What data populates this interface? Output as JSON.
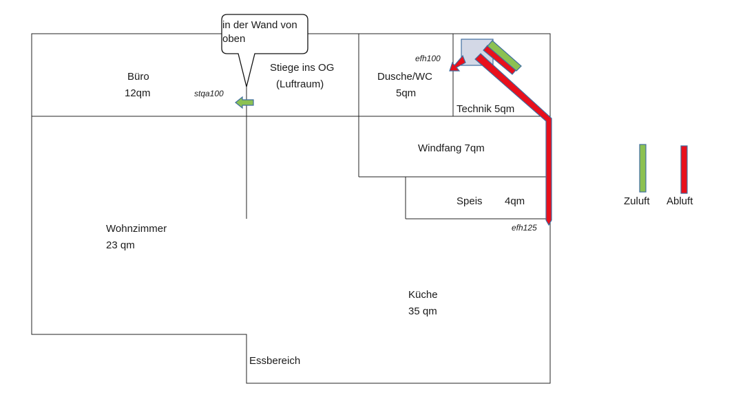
{
  "rooms": {
    "buero": {
      "name": "Büro",
      "area": "12qm"
    },
    "stiege": {
      "name": "Stiege ins OG",
      "note": "(Luftraum)"
    },
    "dusche": {
      "name": "Dusche/WC",
      "area": "5qm"
    },
    "technik": {
      "label": "Technik 5qm"
    },
    "windfang": {
      "label": "Windfang 7qm"
    },
    "speis": {
      "name": "Speis",
      "area": "4qm"
    },
    "wohnzimmer": {
      "name": "Wohnzimmer",
      "area": "23 qm"
    },
    "kueche": {
      "name": "Küche",
      "area": "35 qm"
    },
    "essbereich": {
      "name": "Essbereich"
    }
  },
  "callout": {
    "line1": "in der Wand von",
    "line2": "oben"
  },
  "vents": {
    "stqa100": "stqa100",
    "efh100": "efh100",
    "efh125": "efh125"
  },
  "legend": {
    "supply": "Zuluft",
    "exhaust": "Abluft"
  },
  "colors": {
    "supply": "#8cc152",
    "exhaust": "#e8101c",
    "outline": "#3f6ea0",
    "unit": "#d3d8e6"
  }
}
